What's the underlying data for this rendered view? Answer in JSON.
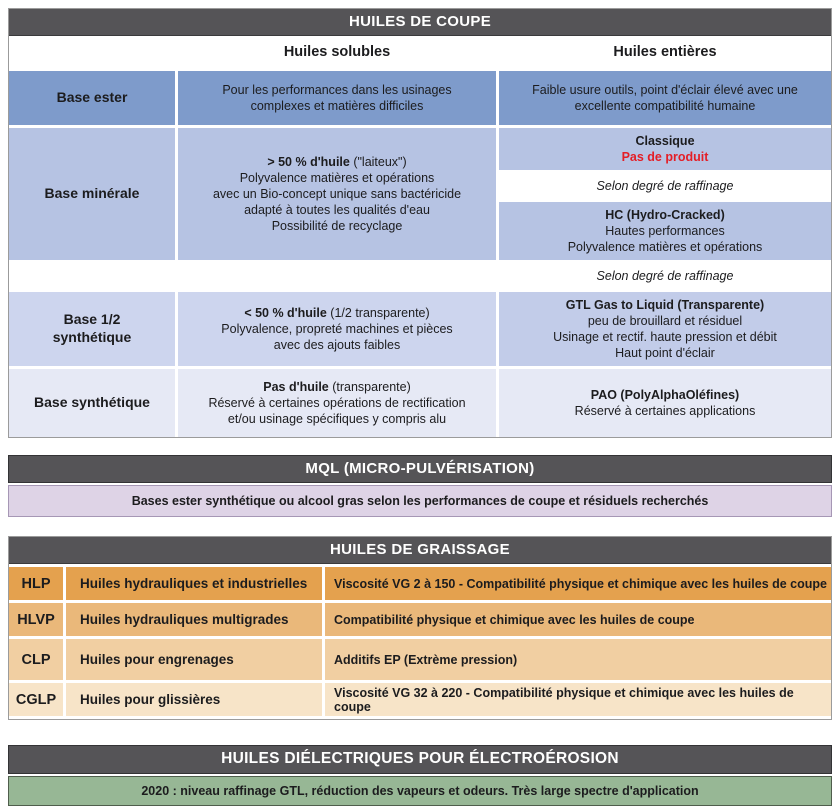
{
  "coupe": {
    "title": "HUILES DE COUPE",
    "col_solubles": "Huiles solubles",
    "col_entieres": "Huiles entières",
    "raffinage_note": "Selon degré de raffinage",
    "ester": {
      "label": "Base ester",
      "soluble_l1": "Pour les performances dans les usinages",
      "soluble_l2": "complexes et matières difficiles",
      "entiere_l1": "Faible usure outils, point d'éclair élevé avec une",
      "entiere_l2": "excellente compatibilité humaine"
    },
    "minerale": {
      "label": "Base minérale",
      "soluble_l1b": "> 50 % d'huile",
      "soluble_l1r": " (\"laiteux\")",
      "soluble_l2": "Polyvalence matières et opérations",
      "soluble_l3": "avec un Bio-concept unique sans bactéricide",
      "soluble_l4": "adapté à toutes les qualités d'eau",
      "soluble_l5": "Possibilité de recyclage",
      "classique_title": "Classique",
      "classique_note": "Pas de produit",
      "hc_title": "HC (Hydro-Cracked)",
      "hc_l1": "Hautes performances",
      "hc_l2": "Polyvalence matières et opérations"
    },
    "demi": {
      "label_l1": "Base 1/2",
      "label_l2": "synthétique",
      "soluble_l1b": "< 50 % d'huile",
      "soluble_l1r": " (1/2 transparente)",
      "soluble_l2": "Polyvalence, propreté machines et pièces",
      "soluble_l3": "avec des ajouts faibles",
      "gtl_title": "GTL Gas to Liquid (Transparente)",
      "gtl_l1": "peu de brouillard et résiduel",
      "gtl_l2": "Usinage et rectif. haute pression et débit",
      "gtl_l3": "Haut point d'éclair"
    },
    "synth": {
      "label": "Base synthétique",
      "soluble_l1b": "Pas d'huile",
      "soluble_l1r": " (transparente)",
      "soluble_l2": "Réservé à certaines opérations de rectification",
      "soluble_l3": "et/ou usinage spécifiques y compris alu",
      "pao_title": "PAO (PolyAlphaOléfines)",
      "pao_l1": "Réservé à certaines applications"
    }
  },
  "mql": {
    "title": "MQL (MICRO-PULVÉRISATION)",
    "note": "Bases ester synthétique ou alcool gras selon les performances de coupe et résiduels recherchés"
  },
  "graissage": {
    "title": "HUILES DE GRAISSAGE",
    "rows": [
      {
        "code": "HLP",
        "type": "Huiles hydrauliques et industrielles",
        "desc": "Viscosité VG 2 à 150 - Compatibilité physique et chimique avec les huiles de coupe"
      },
      {
        "code": "HLVP",
        "type": "Huiles hydrauliques multigrades",
        "desc": "Compatibilité physique et chimique avec les huiles de coupe"
      },
      {
        "code": "CLP",
        "type": "Huiles pour engrenages",
        "desc": "Additifs EP (Extrème pression)"
      },
      {
        "code": "CGLP",
        "type": "Huiles pour glissières",
        "desc": "Viscosité VG 32 à 220 - Compatibilité physique et chimique avec les huiles de coupe"
      }
    ]
  },
  "electro": {
    "title": "HUILES DIÉLECTRIQUES POUR ÉLECTROÉROSION",
    "note": "2020 : niveau raffinage GTL, réduction des vapeurs et odeurs. Très large spectre d'application"
  },
  "colors": {
    "header_bar": "#555457",
    "row_ester": "#7e9bcb",
    "row_minerale": "#b6c3e3",
    "row_demi": "#cdd5ee",
    "row_synth": "#e6e9f5",
    "mql_band": "#ded3e6",
    "graissage_rows": [
      "#e4a14e",
      "#eab87a",
      "#f1cfa2",
      "#f7e4c8"
    ],
    "electro_band": "#97b795",
    "alert_red": "#e41e26"
  }
}
